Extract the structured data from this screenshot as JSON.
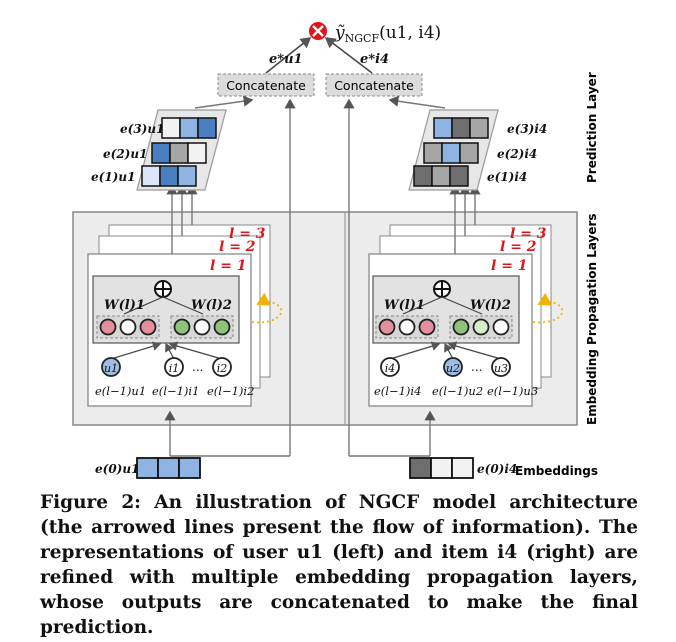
{
  "output": {
    "symbol": "⊗",
    "prediction": "ỹNGCF(u1, i4)",
    "pred_main": "ỹ",
    "pred_sub": "NGCF",
    "pred_args": "(u1, i4)"
  },
  "concat": {
    "left_label": "Concatenate",
    "right_label": "Concatenate"
  },
  "user_side": {
    "final_emb": "e*u1",
    "layer_embs": [
      "e(3)u1",
      "e(2)u1",
      "e(1)u1"
    ],
    "input_emb": "e(0)u1",
    "nodes": [
      {
        "id": "u1",
        "emb": "e(l−1)u1"
      },
      {
        "id": "i1",
        "emb": "e(l−1)i1"
      },
      {
        "id": "i2",
        "emb": "e(l−1)i2"
      }
    ],
    "weights": [
      "W(l)1",
      "W(l)2"
    ],
    "ellipsis": "..."
  },
  "item_side": {
    "final_emb": "e*i4",
    "layer_embs": [
      "e(3)i4",
      "e(2)i4",
      "e(1)i4"
    ],
    "input_emb": "e(0)i4",
    "nodes": [
      {
        "id": "i4",
        "emb": "e(l−1)i4"
      },
      {
        "id": "u2",
        "emb": "e(l−1)u2"
      },
      {
        "id": "u3",
        "emb": "e(l−1)u3"
      }
    ],
    "weights": [
      "W(l)1",
      "W(l)2"
    ],
    "ellipsis": "..."
  },
  "layers": [
    "l = 3",
    "l = 2",
    "l = 1"
  ],
  "side_labels": {
    "prediction": "Prediction Layer",
    "propagation": "Embedding Propagation Layers",
    "embeddings": "Embeddings"
  },
  "caption": "Figure 2: An illustration of NGCF model architecture (the arrowed lines present the flow of information). The representations of user u1 (left) and item i4 (right) are refined with multiple embedding propagation layers, whose outputs are concatenated to make the final prediction.",
  "colors": {
    "blue_cell": "#8fb4e3",
    "light_blue_cell": "#dbe7f6",
    "dark_blue_cell": "#4a7fc1",
    "gray_cell": "#a6a6a6",
    "dark_gray_cell": "#6e6e6e",
    "light_cell": "#f2f2f2",
    "pink_node": "#e4909c",
    "green_node": "#8fc27a",
    "user_node": "#9dbde6",
    "red_text": "#e0151b",
    "dotted_arrow": "#f0b400",
    "panel_fill": "#ececec",
    "box_fill": "#dcdcdc"
  }
}
